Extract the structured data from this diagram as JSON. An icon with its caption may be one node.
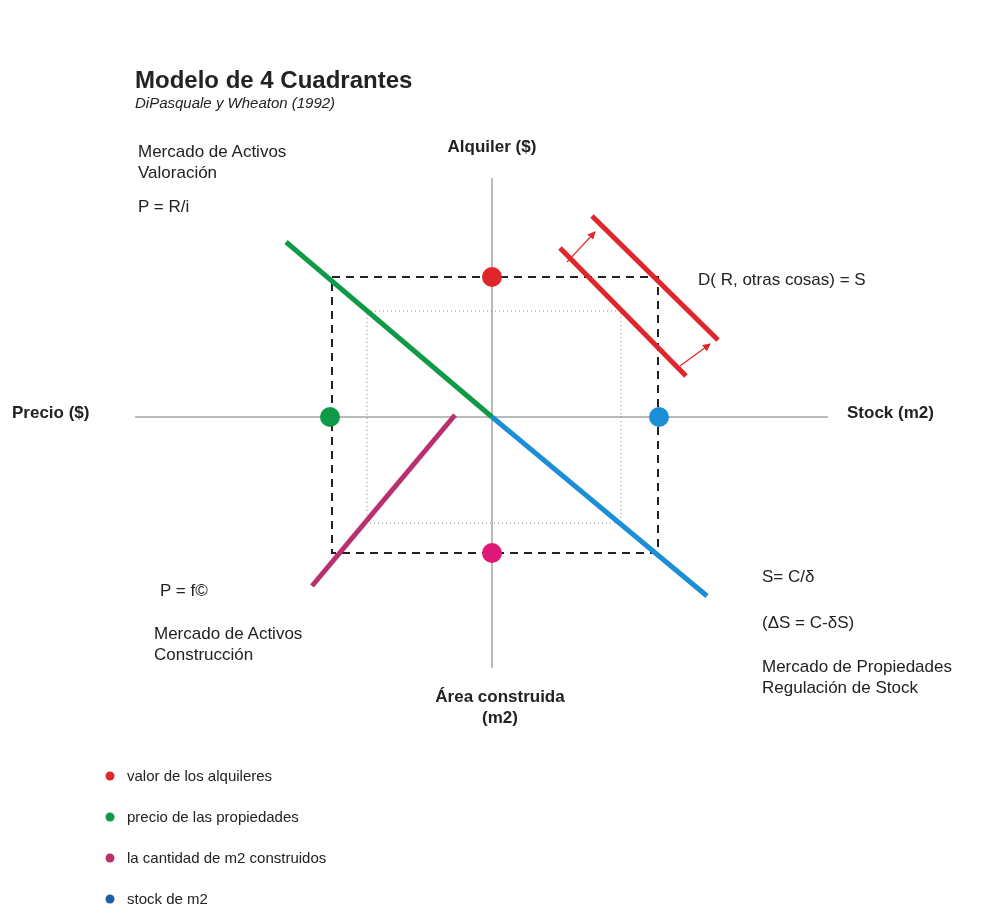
{
  "diagram": {
    "title": "Modelo de 4 Cuadrantes",
    "labels": [
      "DiPasquale y Wheaton (1992)",
      "Mercado de Activos Valoración",
      "Alquiler ($)",
      "P = R/i",
      "D( R, otras cosas) = S",
      "Precio ($)",
      "Stock (m2)",
      "S= C/δ",
      "P = f©",
      "(ΔS = C-δS)",
      "Mercado de Activos Construcción",
      "Mercado de Propiedades Regulación de Stock",
      "Área construida (m2)"
    ],
    "legend": [
      {
        "text": "valor de los alquileres",
        "color": "#e0262a"
      },
      {
        "text": "precio de las propiedades",
        "color": "#0f9a48"
      },
      {
        "text": "la cantidad de m2 construidos",
        "color": "#b8306f"
      },
      {
        "text": "stock de m2",
        "color": "#1c5fa8"
      }
    ]
  }
}
